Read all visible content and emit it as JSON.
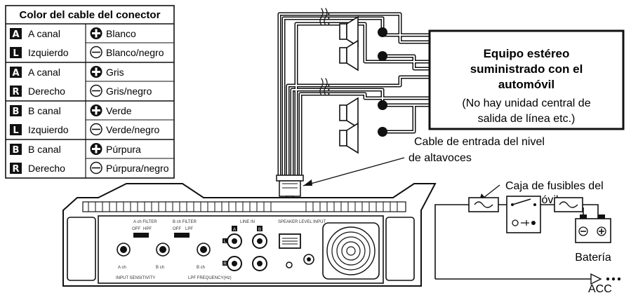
{
  "table": {
    "title": "Color del cable del conector",
    "rows": [
      {
        "badge": "A",
        "label": "A canal",
        "sign": "+",
        "color": "Blanco"
      },
      {
        "badge": "L",
        "label": "Izquierdo",
        "sign": "-",
        "color": "Blanco/negro"
      },
      {
        "badge": "A",
        "label": "A canal",
        "sign": "+",
        "color": "Gris"
      },
      {
        "badge": "R",
        "label": "Derecho",
        "sign": "-",
        "color": "Gris/negro"
      },
      {
        "badge": "B",
        "label": "B canal",
        "sign": "+",
        "color": "Verde"
      },
      {
        "badge": "L",
        "label": "Izquierdo",
        "sign": "-",
        "color": "Verde/negro"
      },
      {
        "badge": "B",
        "label": "B canal",
        "sign": "+",
        "color": "Púrpura"
      },
      {
        "badge": "R",
        "label": "Derecho",
        "sign": "-",
        "color": "Púrpura/negro"
      }
    ]
  },
  "stereo": {
    "title_lines": [
      "Equipo estéreo",
      "suministrado con el",
      "automóvil"
    ],
    "note_lines": [
      "(No hay unidad central de",
      "salida de línea etc.)"
    ]
  },
  "labels": {
    "speaker_cable_1": "Cable de entrada del nivel",
    "speaker_cable_2": "de altavoces",
    "fuse_box_1": "Caja de fusibles del",
    "fuse_box_2": "automóvil",
    "battery": "Batería",
    "acc": "ACC"
  },
  "panel": {
    "a_filter": "A ch FILTER",
    "b_filter": "B ch FILTER",
    "off": "OFF",
    "hpf": "HPF",
    "lpf": "LPF",
    "line_in": "LINE IN",
    "speaker_input": "SPEAKER LEVEL INPUT",
    "input_sens": "INPUT SENSITIVITY",
    "lpf_freq": "LPF FREQUENCY(Hz)",
    "a_ch": "A ch",
    "b_ch": "B ch",
    "port_a": "A",
    "port_b": "B",
    "port_l": "L",
    "port_r": "R"
  },
  "colors": {
    "ink": "#111111",
    "white": "#ffffff",
    "gray": "#cccccc"
  }
}
